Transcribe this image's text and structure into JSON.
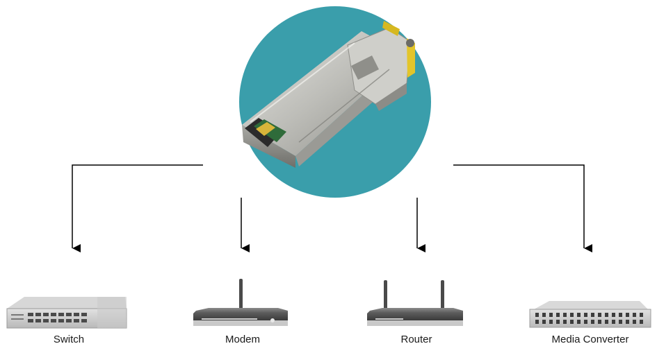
{
  "diagram": {
    "center": {
      "name": "sfp-module",
      "circle_color": "#3a9eab"
    },
    "connector_color": "#000000",
    "devices": [
      {
        "id": "switch",
        "label": "Switch"
      },
      {
        "id": "modem",
        "label": "Modem"
      },
      {
        "id": "router",
        "label": "Router"
      },
      {
        "id": "media-converter",
        "label": "Media Converter"
      }
    ]
  }
}
